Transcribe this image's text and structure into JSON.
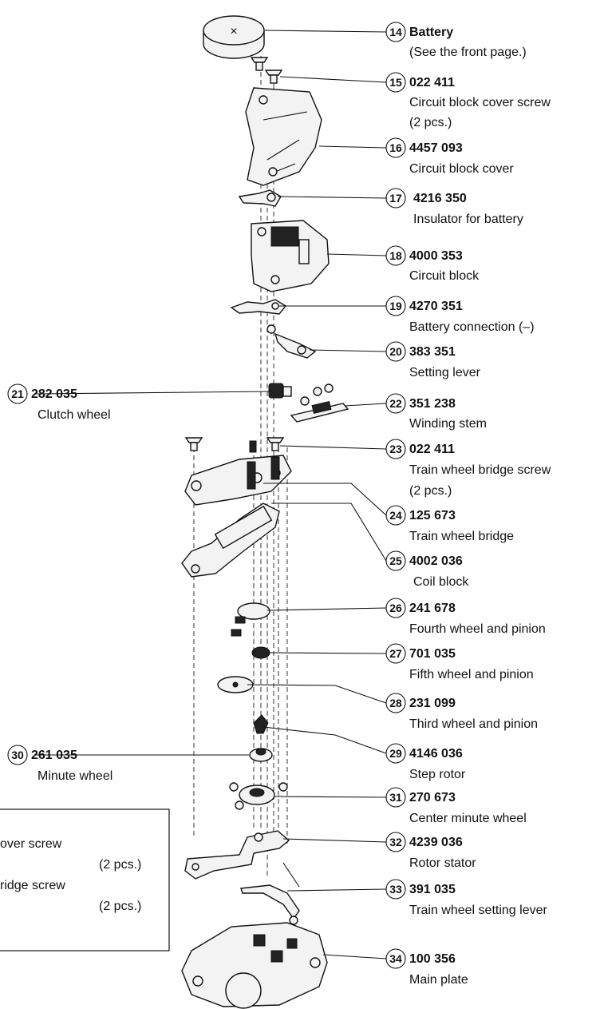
{
  "parts": [
    {
      "no": "14",
      "code": "Battery",
      "desc": "(See the front page.)"
    },
    {
      "no": "15",
      "code": "022 411",
      "desc": "Circuit block cover screw",
      "desc2": "(2 pcs.)"
    },
    {
      "no": "16",
      "code": "4457 093",
      "desc": "Circuit block cover"
    },
    {
      "no": "17",
      "code": "4216 350",
      "desc": "Insulator for battery"
    },
    {
      "no": "18",
      "code": "4000 353",
      "desc": "Circuit block"
    },
    {
      "no": "19",
      "code": "4270 351",
      "desc": "Battery connection (–)"
    },
    {
      "no": "20",
      "code": "383 351",
      "desc": "Setting lever"
    },
    {
      "no": "21",
      "code": "282 035",
      "desc": "Clutch wheel"
    },
    {
      "no": "22",
      "code": "351 238",
      "desc": "Winding stem"
    },
    {
      "no": "23",
      "code": "022 411",
      "desc": "Train wheel bridge screw",
      "desc2": "(2 pcs.)"
    },
    {
      "no": "24",
      "code": "125 673",
      "desc": "Train wheel bridge"
    },
    {
      "no": "25",
      "code": "4002 036",
      "desc": "Coil block"
    },
    {
      "no": "26",
      "code": "241 678",
      "desc": "Fourth wheel and pinion"
    },
    {
      "no": "27",
      "code": "701 035",
      "desc": "Fifth wheel and pinion"
    },
    {
      "no": "28",
      "code": "231 099",
      "desc": "Third wheel and pinion"
    },
    {
      "no": "29",
      "code": "4146 036",
      "desc": "Step rotor"
    },
    {
      "no": "30",
      "code": "261 035",
      "desc": "Minute wheel"
    },
    {
      "no": "31",
      "code": "270 673",
      "desc": "Center minute wheel"
    },
    {
      "no": "32",
      "code": "4239 036",
      "desc": "Rotor stator"
    },
    {
      "no": "33",
      "code": "391 035",
      "desc": "Train wheel setting lever"
    },
    {
      "no": "34",
      "code": "100 356",
      "desc": "Main plate"
    }
  ],
  "note_box": [
    "over screw",
    "(2 pcs.)",
    "ridge screw",
    "(2 pcs.)"
  ],
  "battery_mark": "×"
}
